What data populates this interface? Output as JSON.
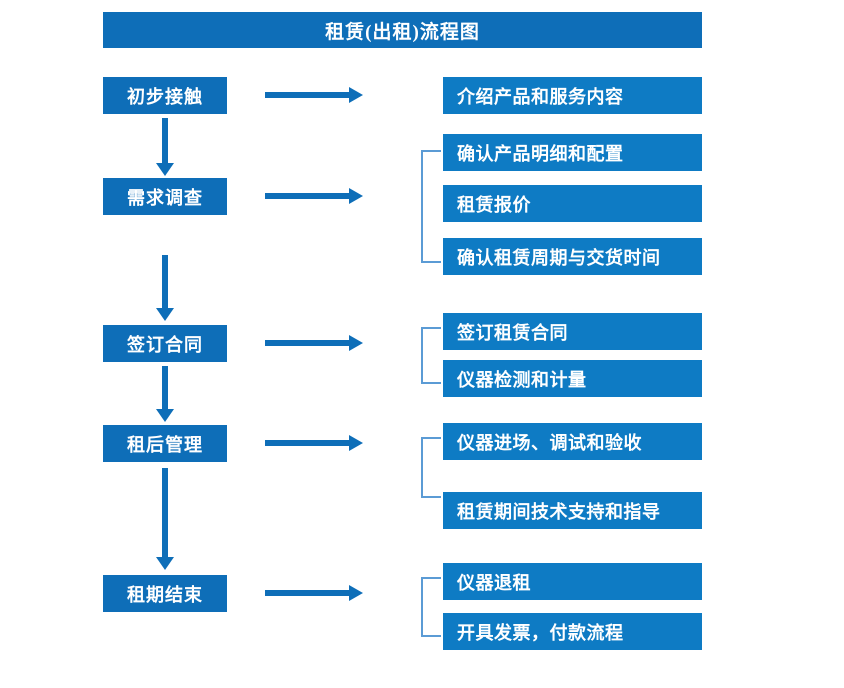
{
  "chart_data": {
    "type": "diagram",
    "title": "租赁(出租)流程图",
    "diagram_kind": "flowchart",
    "orientation": "vertical-with-side-details"
  },
  "header": {
    "title": "租赁(出租)流程图"
  },
  "colors": {
    "stage_box": "#0E6EB8",
    "detail_box": "#0E7BC4",
    "arrow": "#0E6EB8",
    "bracket": "#5B9BD5",
    "text": "#FFFFFF",
    "background": "#FFFFFF"
  },
  "flow": {
    "stages": [
      {
        "id": "stage-1",
        "label": "初步接触"
      },
      {
        "id": "stage-2",
        "label": "需求调查"
      },
      {
        "id": "stage-3",
        "label": "签订合同"
      },
      {
        "id": "stage-4",
        "label": "租后管理"
      },
      {
        "id": "stage-5",
        "label": "租期结束"
      }
    ],
    "details": [
      {
        "id": "detail-1",
        "label": "介绍产品和服务内容"
      },
      {
        "id": "detail-2",
        "label": "确认产品明细和配置"
      },
      {
        "id": "detail-3",
        "label": "租赁报价"
      },
      {
        "id": "detail-4",
        "label": "确认租赁周期与交货时间"
      },
      {
        "id": "detail-5",
        "label": "签订租赁合同"
      },
      {
        "id": "detail-6",
        "label": "仪器检测和计量"
      },
      {
        "id": "detail-7",
        "label": "仪器进场、调试和验收"
      },
      {
        "id": "detail-8",
        "label": "租赁期间技术支持和指导"
      },
      {
        "id": "detail-9",
        "label": "仪器退租"
      },
      {
        "id": "detail-10",
        "label": "开具发票，付款流程"
      }
    ],
    "groups": [
      {
        "id": "group-1",
        "members": [
          "detail-2",
          "detail-3",
          "detail-4"
        ]
      },
      {
        "id": "group-2",
        "members": [
          "detail-5",
          "detail-6"
        ]
      },
      {
        "id": "group-3",
        "members": [
          "detail-7",
          "detail-8"
        ]
      },
      {
        "id": "group-4",
        "members": [
          "detail-9",
          "detail-10"
        ]
      }
    ],
    "connectors": {
      "vertical": [
        {
          "from": "stage-1",
          "to": "stage-2"
        },
        {
          "from": "stage-2",
          "to": "stage-3"
        },
        {
          "from": "stage-3",
          "to": "stage-4"
        },
        {
          "from": "stage-4",
          "to": "stage-5"
        }
      ],
      "horizontal": [
        {
          "from": "stage-1",
          "to": "detail-1"
        },
        {
          "from": "stage-2",
          "to": "group-1"
        },
        {
          "from": "stage-3",
          "to": "group-2"
        },
        {
          "from": "stage-4",
          "to": "group-3"
        },
        {
          "from": "stage-5",
          "to": "group-4"
        }
      ]
    }
  }
}
